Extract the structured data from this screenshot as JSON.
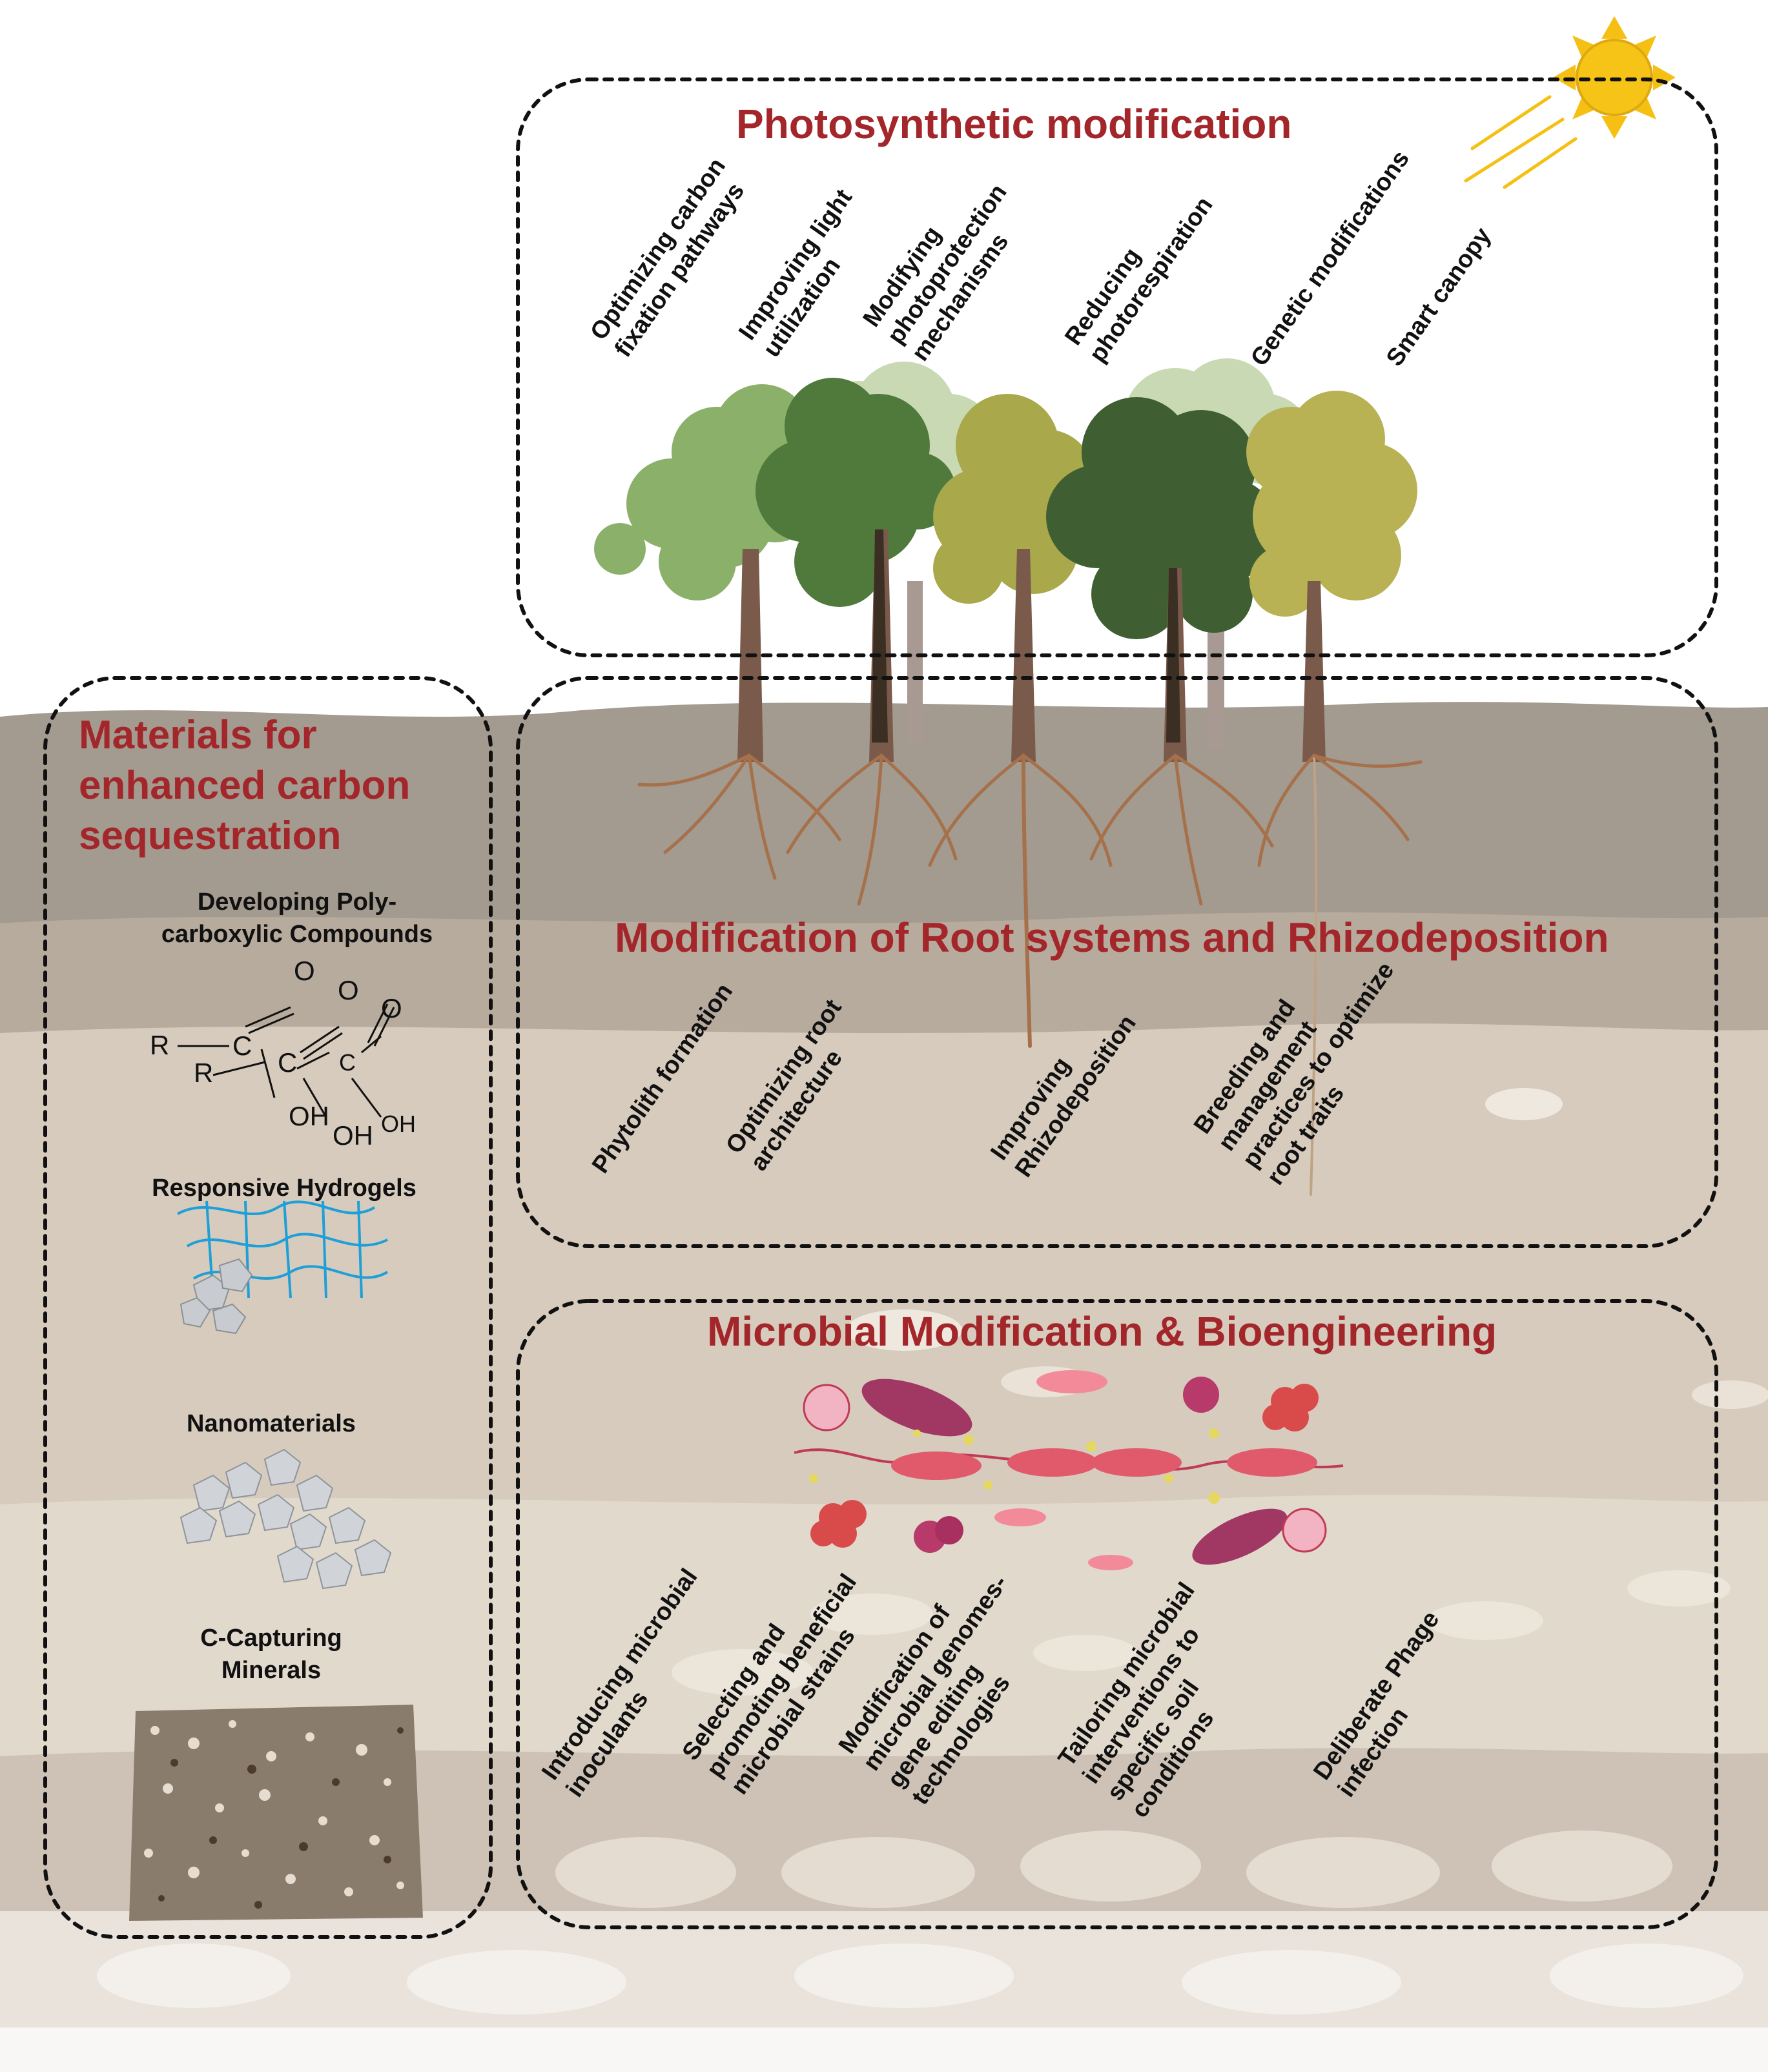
{
  "colors": {
    "title_red": "#a3262a",
    "soil_dark": "#a39a90",
    "soil_mid": "#c9bdb0",
    "soil_light": "#ddd3c6",
    "soil_pale": "#e8e1d8",
    "root_brown": "#9c6a45",
    "leaf_dark": "#3f5f32",
    "leaf_light": "#8bb06a",
    "leaf_olive": "#a9a84b",
    "hydrogel_blue": "#1e9fd8",
    "sun_yellow": "#f5c013"
  },
  "photosynthetic": {
    "title": "Photosynthetic modification",
    "items": [
      "Optimizing carbon\nfixation pathways",
      "Improving light\nutilization",
      "Modifying\nphotoprotection\nmechanisms",
      "Reducing\nphotorespiration",
      "Genetic modifications",
      "Smart canopy"
    ]
  },
  "materials": {
    "title": "Materials for\nenhanced carbon\nsequestration",
    "items": [
      {
        "label": "Developing Poly-\ncarboxylic Compounds",
        "icon": "polycarboxylic-structure-icon"
      },
      {
        "label": "Responsive Hydrogels",
        "icon": "hydrogel-network-icon"
      },
      {
        "label": "Nanomaterials",
        "icon": "nanomaterial-crystals-icon"
      },
      {
        "label": "C-Capturing\nMinerals",
        "icon": "mineral-block-icon"
      }
    ],
    "chem_labels": [
      "R",
      "R",
      "C",
      "C",
      "C",
      "O",
      "O",
      "O",
      "OH",
      "OH",
      "OH"
    ]
  },
  "roots": {
    "title": "Modification of Root systems and Rhizodeposition",
    "items": [
      "Phytolith formation",
      "Optimizing root\narchitecture",
      "Improving\nRhizodeposition",
      "Breeding and\nmanagement\npractices to optimize\nroot traits"
    ]
  },
  "microbial": {
    "title": "Microbial Modification & Bioengineering",
    "items": [
      "Introducing microbial\ninoculants",
      "Selecting and\npromoting beneficial\nmicrobial strains",
      "Modification of\nmicrobial genomes-\ngene editing\ntechnologies",
      "Tailoring microbial\ninterventions to\nspecific soil\nconditions",
      "Deliberate Phage\ninfection"
    ]
  }
}
